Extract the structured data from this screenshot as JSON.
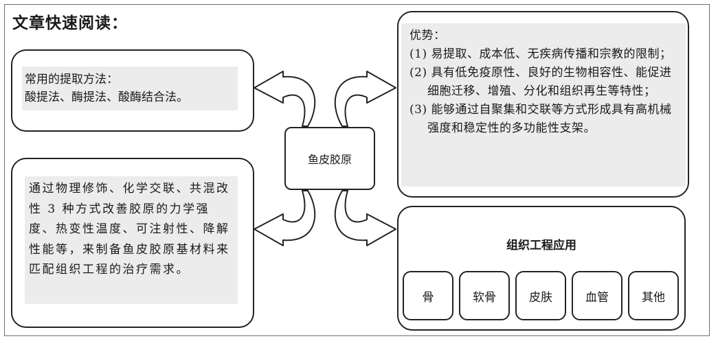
{
  "page": {
    "title": "文章快速阅读："
  },
  "center": {
    "label": "鱼皮胶原"
  },
  "methods": {
    "title": "常用的提取方法：",
    "text": "酸提法、酶提法、酸酶结合法。"
  },
  "modification": {
    "text": "通过物理修饰、化学交联、共混改性 3 种方式改善胶原的力学强度、热变性温度、可注射性、降解性能等，来制备鱼皮胶原基材料来匹配组织工程的治疗需求。"
  },
  "advantages": {
    "title": "优势：",
    "items": [
      "(1) 易提取、成本低、无疾病传播和宗教的限制；",
      "(2) 具有低免疫原性、良好的生物相容性、能促进细胞迁移、增殖、分化和组织再生等特性；",
      "(3) 能够通过自聚集和交联等方式形成具有高机械强度和稳定性的多功能性支架。"
    ]
  },
  "applications": {
    "title": "组织工程应用",
    "items": [
      "骨",
      "软骨",
      "皮肤",
      "血管",
      "其他"
    ]
  }
}
